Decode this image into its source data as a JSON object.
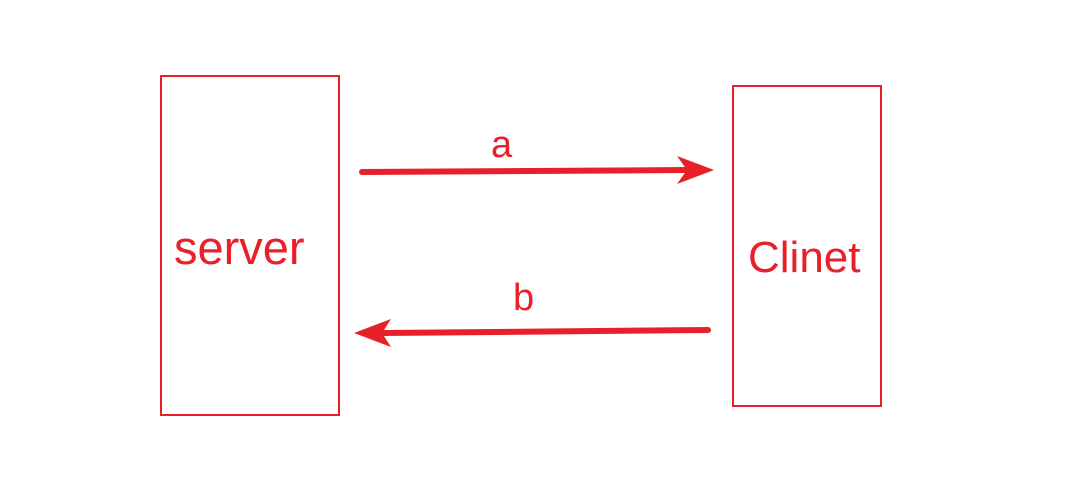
{
  "diagram": {
    "nodes": {
      "server": {
        "label": "server"
      },
      "client": {
        "label": "Clinet"
      }
    },
    "edges": {
      "a": {
        "label": "a",
        "from": "server",
        "to": "client"
      },
      "b": {
        "label": "b",
        "from": "client",
        "to": "server"
      }
    },
    "colors": {
      "stroke": "#e8202a",
      "text": "#e8202a",
      "background": "#ffffff"
    }
  }
}
